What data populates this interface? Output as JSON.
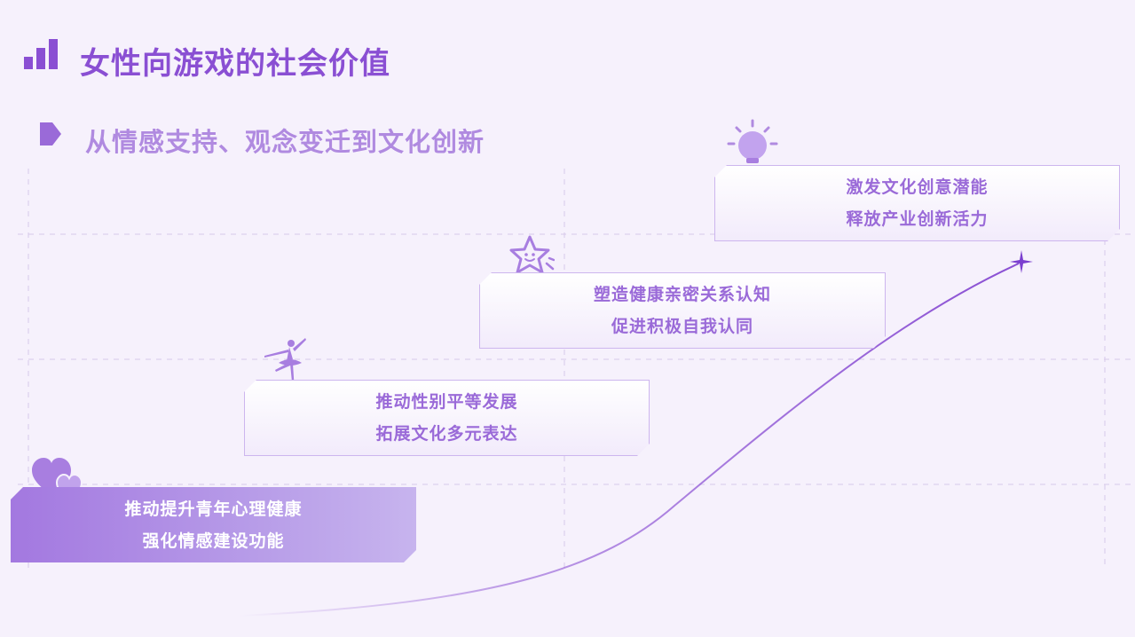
{
  "title": "女性向游戏的社会价值",
  "subtitle": "从情感支持、观念变迁到文化创新",
  "colors": {
    "title": "#8a4fd3",
    "subtitle": "#b08ae0",
    "card_text": "#9a6ad8",
    "card_primary_bg": "#a378e0",
    "curve": "#8a4fd3",
    "background": "#f6f1fc"
  },
  "icons": {
    "title": "bar-chart-icon",
    "subtitle": "tag-icon",
    "step1": "hearts-icon",
    "step2": "dancer-icon",
    "step3": "smiling-star-icon",
    "step4": "lightbulb-icon",
    "curve_end": "sparkle-icon"
  },
  "steps": [
    {
      "line1": "推动提升青年心理健康",
      "line2": "强化情感建设功能"
    },
    {
      "line1": "推动性别平等发展",
      "line2": "拓展文化多元表达"
    },
    {
      "line1": "塑造健康亲密关系认知",
      "line2": "促进积极自我认同"
    },
    {
      "line1": "激发文化创意潜能",
      "line2": "释放产业创新活力"
    }
  ]
}
